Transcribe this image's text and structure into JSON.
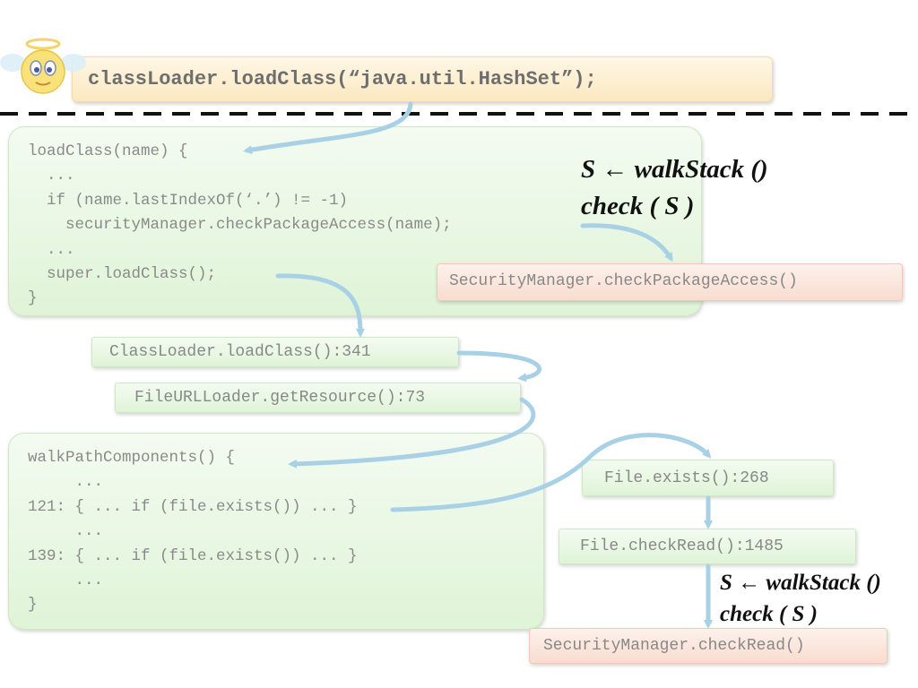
{
  "header": {
    "code": "classLoader.loadClass(“java.util.HashSet”);",
    "mascot_icon": "angel-face-icon"
  },
  "loadclass_block": {
    "lines": [
      "loadClass(name) {",
      "  ...",
      "  if (name.lastIndexOf(‘.’) != -1)",
      "    securityManager.checkPackageAccess(name);",
      "  ...",
      "  super.loadClass();",
      "}"
    ]
  },
  "walk_block": {
    "lines": [
      "walkPathComponents() {",
      "     ...",
      "121: { ... if (file.exists()) ... }",
      "     ...",
      "139: { ... if (file.exists()) ... }",
      "     ...",
      "}"
    ]
  },
  "stack_frames": {
    "check_package_access": "SecurityManager.checkPackageAccess()",
    "classloader_loadclass": "ClassLoader.loadClass():341",
    "fileurl_getresource": "FileURLLoader.getResource():73",
    "file_exists": "File.exists():268",
    "file_checkread": "File.checkRead():1485",
    "security_checkread": "SecurityManager.checkRead()"
  },
  "annotations": {
    "top": {
      "line1": "S ← walkStack ()",
      "line2": "check ( S )"
    },
    "bottom": {
      "line1": "S ← walkStack ()",
      "line2": "check ( S )"
    }
  },
  "colors": {
    "arrow": "#a9d1e6",
    "code_text": "#8a8a8a",
    "dashed_line": "#111111"
  }
}
